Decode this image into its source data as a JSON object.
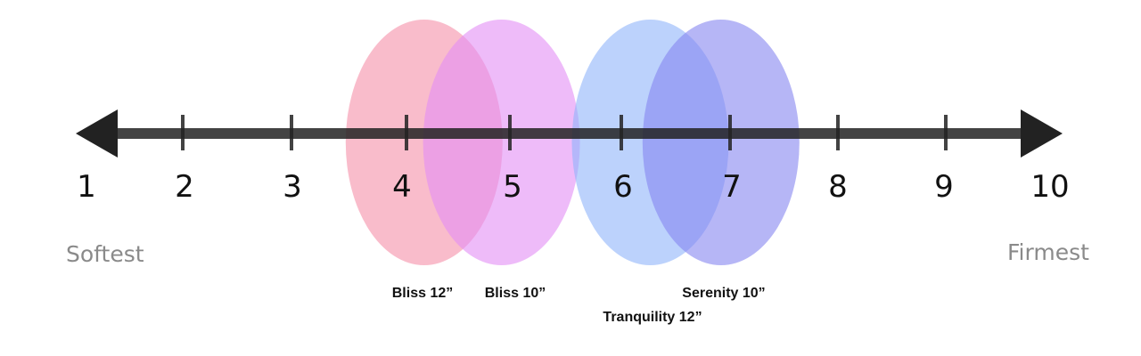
{
  "scale": {
    "numbers": [
      "1",
      "2",
      "3",
      "4",
      "5",
      "6",
      "7",
      "8",
      "9",
      "10"
    ],
    "left_label": "Softest",
    "right_label": "Firmest"
  },
  "products": [
    {
      "name": "Bliss 12”",
      "firmness_center": 4.2,
      "color": "#f58fa8"
    },
    {
      "name": "Bliss 10”",
      "firmness_center": 4.9,
      "color": "#e38ef5"
    },
    {
      "name": "Tranquility 12”",
      "firmness_center": 6.25,
      "color": "#8fb4fa"
    },
    {
      "name": "Serenity 10”",
      "firmness_center": 6.9,
      "color": "#8585f0"
    }
  ],
  "colors": {
    "axis": "#222222"
  }
}
